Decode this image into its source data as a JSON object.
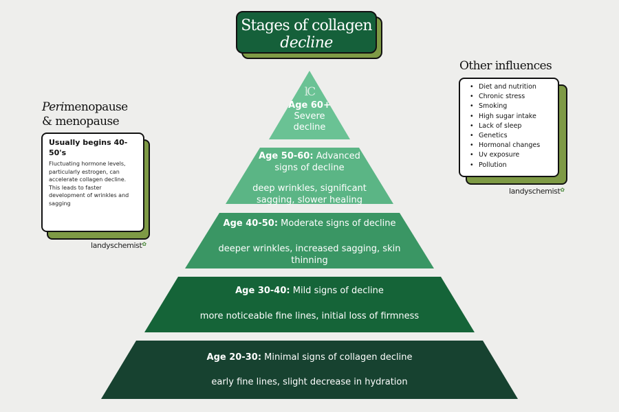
{
  "title": {
    "line1": "Stages of collagen",
    "line2": "decline"
  },
  "pyramid": {
    "logo": "lC",
    "tiers": [
      {
        "age": "Age 20-30:",
        "sign": " Minimal signs of collagen decline",
        "desc": "early fine lines, slight decrease in hydration",
        "color": "#174230"
      },
      {
        "age": "Age 30-40:",
        "sign": " Mild signs of decline",
        "desc": "more noticeable fine lines, initial loss of firmness",
        "color": "#156438"
      },
      {
        "age": "Age 40-50:",
        "sign": " Moderate signs of decline",
        "desc": "deeper wrinkles, increased sagging, skin thinning",
        "color": "#3a9664"
      },
      {
        "age": "Age 50-60:",
        "sign": " Advanced signs of decline",
        "desc": "deep wrinkles, significant sagging, slower healing",
        "color": "#5bb585"
      },
      {
        "age": "Age 60+",
        "sign": "",
        "desc": "Severe decline",
        "color": "#6ac294"
      }
    ]
  },
  "left": {
    "heading_italic": "Peri",
    "heading_rest": "menopause",
    "heading_line2": "& menopause",
    "card_title": "Usually begins 40-50's",
    "card_body": "Fluctuating hormone levels, particularly estrogen, can accelerate collagen decline. This leads to faster development of wrinkles and sagging",
    "brand": "landyschemist"
  },
  "right": {
    "heading": "Other influences",
    "items": [
      "Diet and nutrition",
      "Chronic stress",
      "Smoking",
      "High sugar intake",
      "Lack of sleep",
      "Genetics",
      "Hormonal changes",
      "Uv exposure",
      "Pollution"
    ],
    "brand": "landyschemist"
  },
  "colors": {
    "dark_green": "#15603a",
    "olive": "#7e9a45",
    "background": "#eeeeec"
  }
}
